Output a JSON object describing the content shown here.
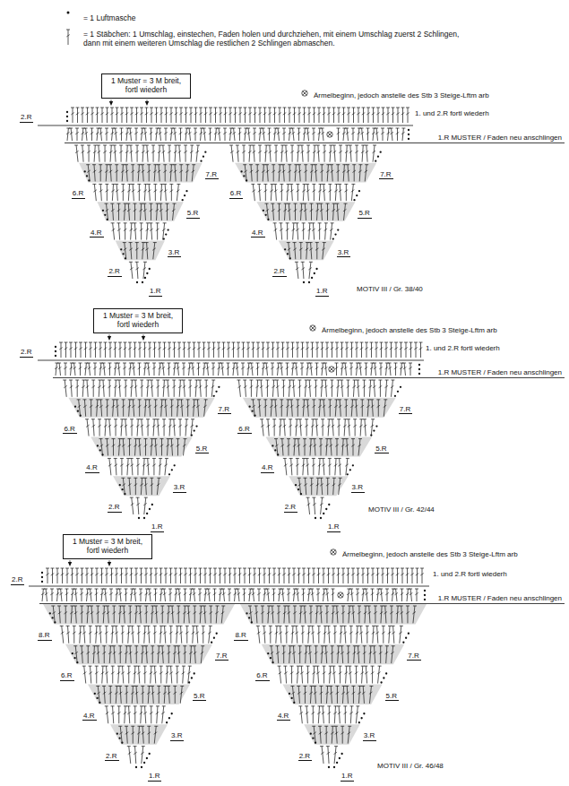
{
  "diagram": {
    "nodes": [
      {
        "text": [
          "1 Muster = 3 M breit, fortl wiederh"
        ]
      },
      {
        "text": [
          "1 Muster = 3 M breit, fortl wiederh"
        ]
      },
      {
        "text": [
          "1 Muster = 3 M breit, fortl wiederh"
        ]
      }
    ],
    "labels": [
      "Ärmelbeginn, jedoch anstelle des Stb 3 Steige-Lftm arb",
      "1. und 2.R fortl wiederh",
      "2.R",
      "1.R MUSTER / Faden neu anschlingen",
      "7.R",
      "6.R",
      "5.R",
      "4.R",
      "3.R",
      "2.R",
      "1.R",
      "7.R",
      "6.R",
      "5.R",
      "4.R",
      "3.R",
      "2.R",
      "1.R",
      "MOTIV III / Gr. 38/40",
      "Ärmelbeginn, jedoch anstelle des Stb 3 Steige-Lftm arb",
      "1. und 2.R fortl wiederh",
      "2.R",
      "1.R MUSTER / Faden neu anschlingen",
      "7.R",
      "6.R",
      "5.R",
      "4.R",
      "3.R",
      "2.R",
      "1.R",
      "7.R",
      "6.R",
      "5.R",
      "4.R",
      "3.R",
      "2.R",
      "1.R",
      "MOTIV III / Gr. 42/44",
      "Ärmelbeginn, jedoch anstelle des Stb 3 Steige-Lftm arb",
      "1. und 2.R fortl wiederh",
      "2.R",
      "1.R MUSTER / Faden neu anschlingen",
      "8.R",
      "7.R",
      "6.R",
      "5.R",
      "4.R",
      "3.R",
      "2.R",
      "1.R",
      "8.R",
      "7.R",
      "6.R",
      "5.R",
      "4.R",
      "3.R",
      "2.R",
      "1.R",
      "MOTIV III / Gr. 46/48"
    ],
    "legend": [
      {
        "text": "= 1 Luftmasche"
      },
      {
        "text": "= 1 Stäbchen: 1 Umschlag, einstechen, Faden holen und durchziehen, mit einem Umschlag zuerst 2 Schlingen, dann mit einem weiteren Umschlag die restlichen 2 Schlingen abmaschen."
      }
    ]
  }
}
